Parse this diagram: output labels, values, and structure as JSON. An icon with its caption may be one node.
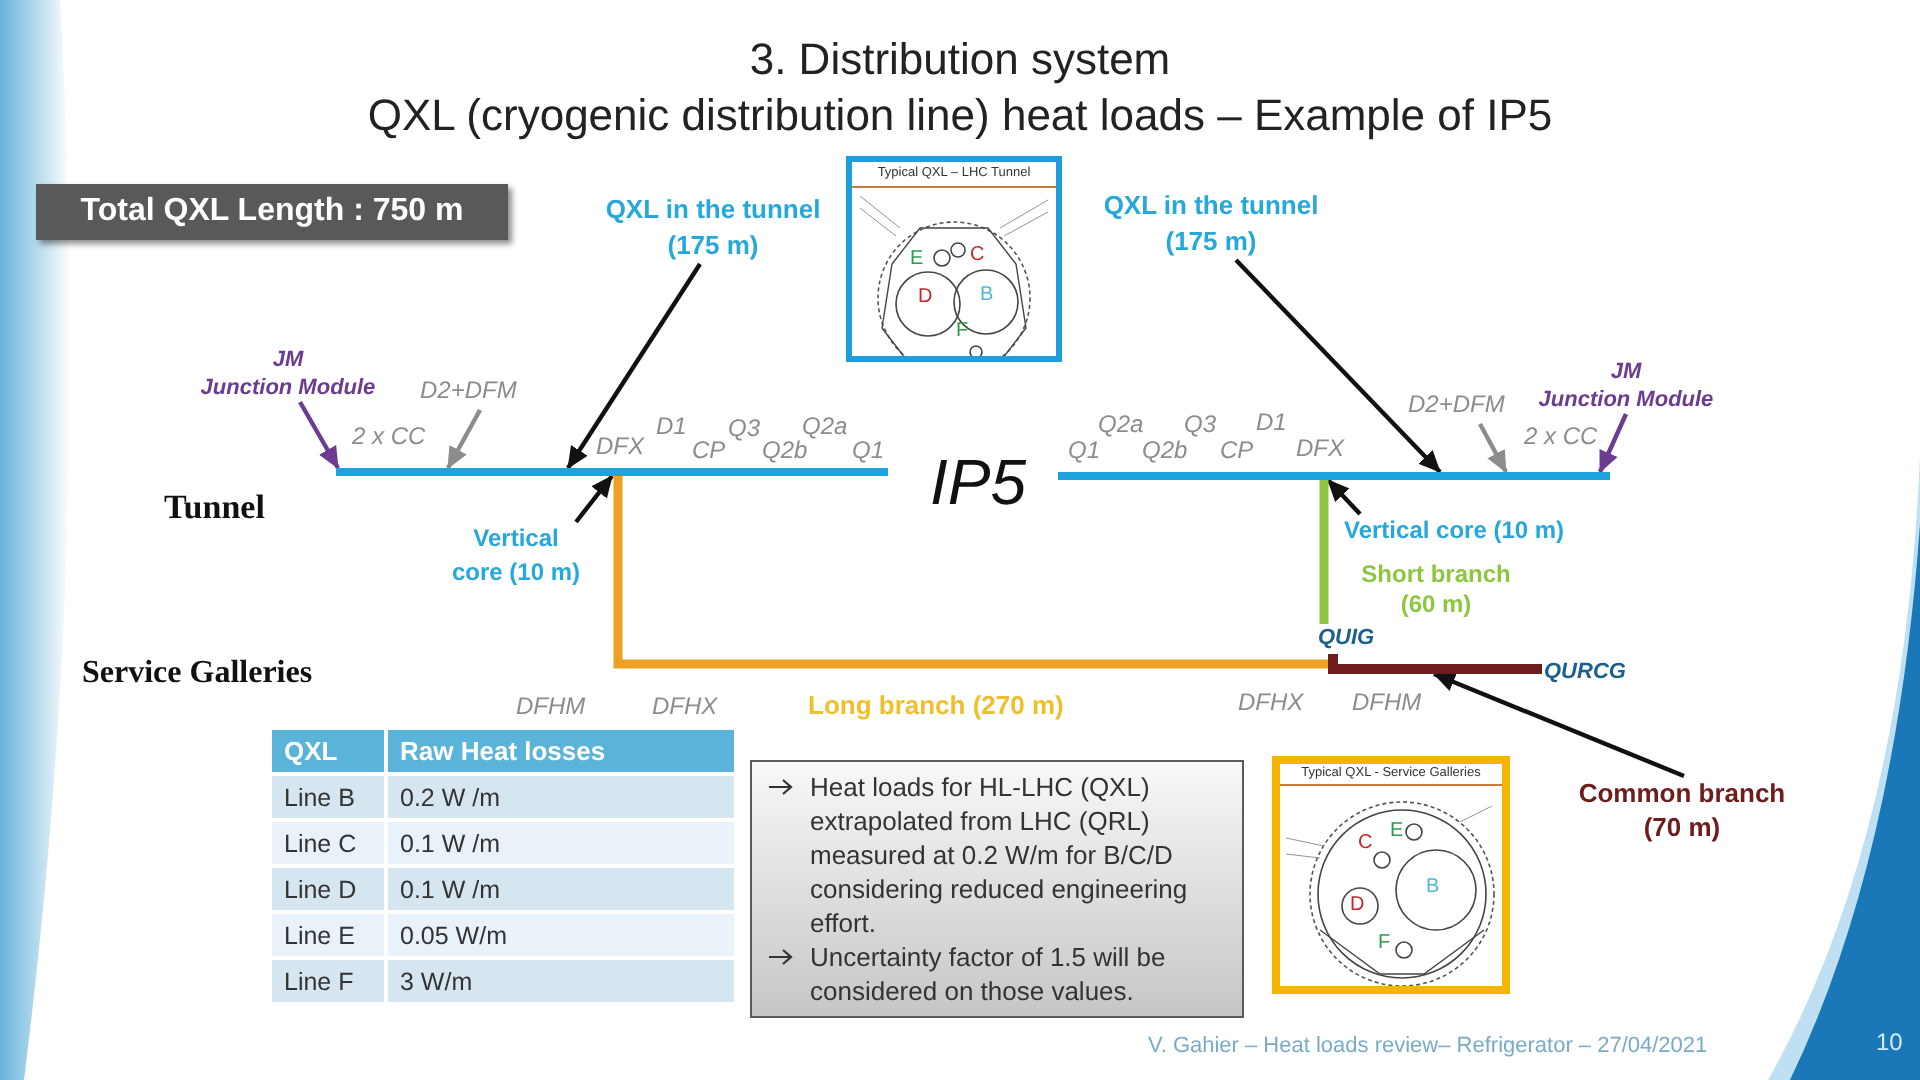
{
  "diagram": {
    "title": "3. Distribution system",
    "nodes": [
      {
        "text": [
          "Total QXL Length : 750 m"
        ]
      },
      {
        "text": [
          "QXL in the tunnel (175 m)"
        ]
      },
      {
        "text": [
          "Typical QXL – LHC Tunnel",
          "E",
          "C",
          "D",
          "B",
          "F"
        ]
      },
      {
        "text": [
          "QXL in the tunnel (175 m)"
        ]
      },
      {
        "text": [
          "JM",
          "Junction Module"
        ]
      },
      {
        "text": [
          "D2+DFM"
        ]
      },
      {
        "text": [
          "D2+DFM"
        ]
      },
      {
        "text": [
          "JM",
          "Junction Module"
        ]
      },
      {
        "text": [],
        "shape": "bar",
        "beside": [
          "2 x CC",
          "DFX",
          "D1",
          "CP",
          "Q3",
          "Q2b",
          "Q2a",
          "Q1"
        ]
      },
      {
        "text": [],
        "shape": "bar",
        "beside": [
          "Q1",
          "Q2a",
          "Q2b",
          "Q3",
          "CP",
          "D1",
          "DFX",
          "2 x CC"
        ]
      },
      {
        "text": [
          "Vertical core (10 m)"
        ]
      },
      {
        "text": [
          "Vertical core (10 m)"
        ]
      },
      {
        "text": [],
        "shape": "bar"
      },
      {
        "text": [
          "Heat loads for HL-LHC (QXL) extrapolated from LHC (QRL) measured at 0.2 W/m for B/C/D considering reduced engineering effort.",
          "Uncertainty factor of 1.5 will be considered on those values."
        ]
      },
      {
        "text": [
          "Typical QXL - Service Galleries",
          "E",
          "C",
          "B",
          "D",
          "F"
        ]
      },
      {
        "text": [
          "Common branch (70 m)"
        ]
      },
      {
        "text": [
          "QUIG"
        ]
      }
    ],
    "edges": [
      {
        "from": 1,
        "to": 8,
        "arrow": "to"
      },
      {
        "from": 3,
        "to": 9,
        "arrow": "to"
      },
      {
        "from": 4,
        "to": 8,
        "arrow": "to",
        "color": "#6b3c91"
      },
      {
        "from": 5,
        "to": 8,
        "arrow": "to",
        "color": "#8c8c8c"
      },
      {
        "from": 6,
        "to": 9,
        "arrow": "to",
        "color": "#8c8c8c"
      },
      {
        "from": 7,
        "to": 9,
        "arrow": "to",
        "color": "#6b3c91"
      },
      {
        "from": 11,
        "to": 8,
        "arrow": "to"
      },
      {
        "from": 10,
        "to": 9,
        "arrow": "to"
      },
      {
        "from": 15,
        "to": 12,
        "arrow": "to"
      },
      {
        "from": 8,
        "to": 12,
        "arrow": "none",
        "style": "thick",
        "color": "#eea022",
        "label": "Long branch (270 m)"
      },
      {
        "from": 9,
        "to": 16,
        "arrow": "none",
        "style": "thick",
        "color": "#8dc63f",
        "label": "Short branch (60 m)"
      }
    ],
    "labels": [
      "QXL (cryogenic distribution line) heat loads – Example of IP5",
      "IP5",
      "Tunnel",
      "Service Galleries",
      "QURCG",
      "DFHM",
      "DFHX",
      "DFHX",
      "DFHM",
      "QXL",
      "Raw Heat losses",
      "Line B",
      "0.2 W /m",
      "Line C",
      "0.1 W /m",
      "Line D",
      "0.1 W /m",
      "Line E",
      "0.05 W/m",
      "Line F",
      "3 W/m",
      "V. Gahier – Heat loads review– Refrigerator – 27/04/2021",
      "10"
    ]
  }
}
